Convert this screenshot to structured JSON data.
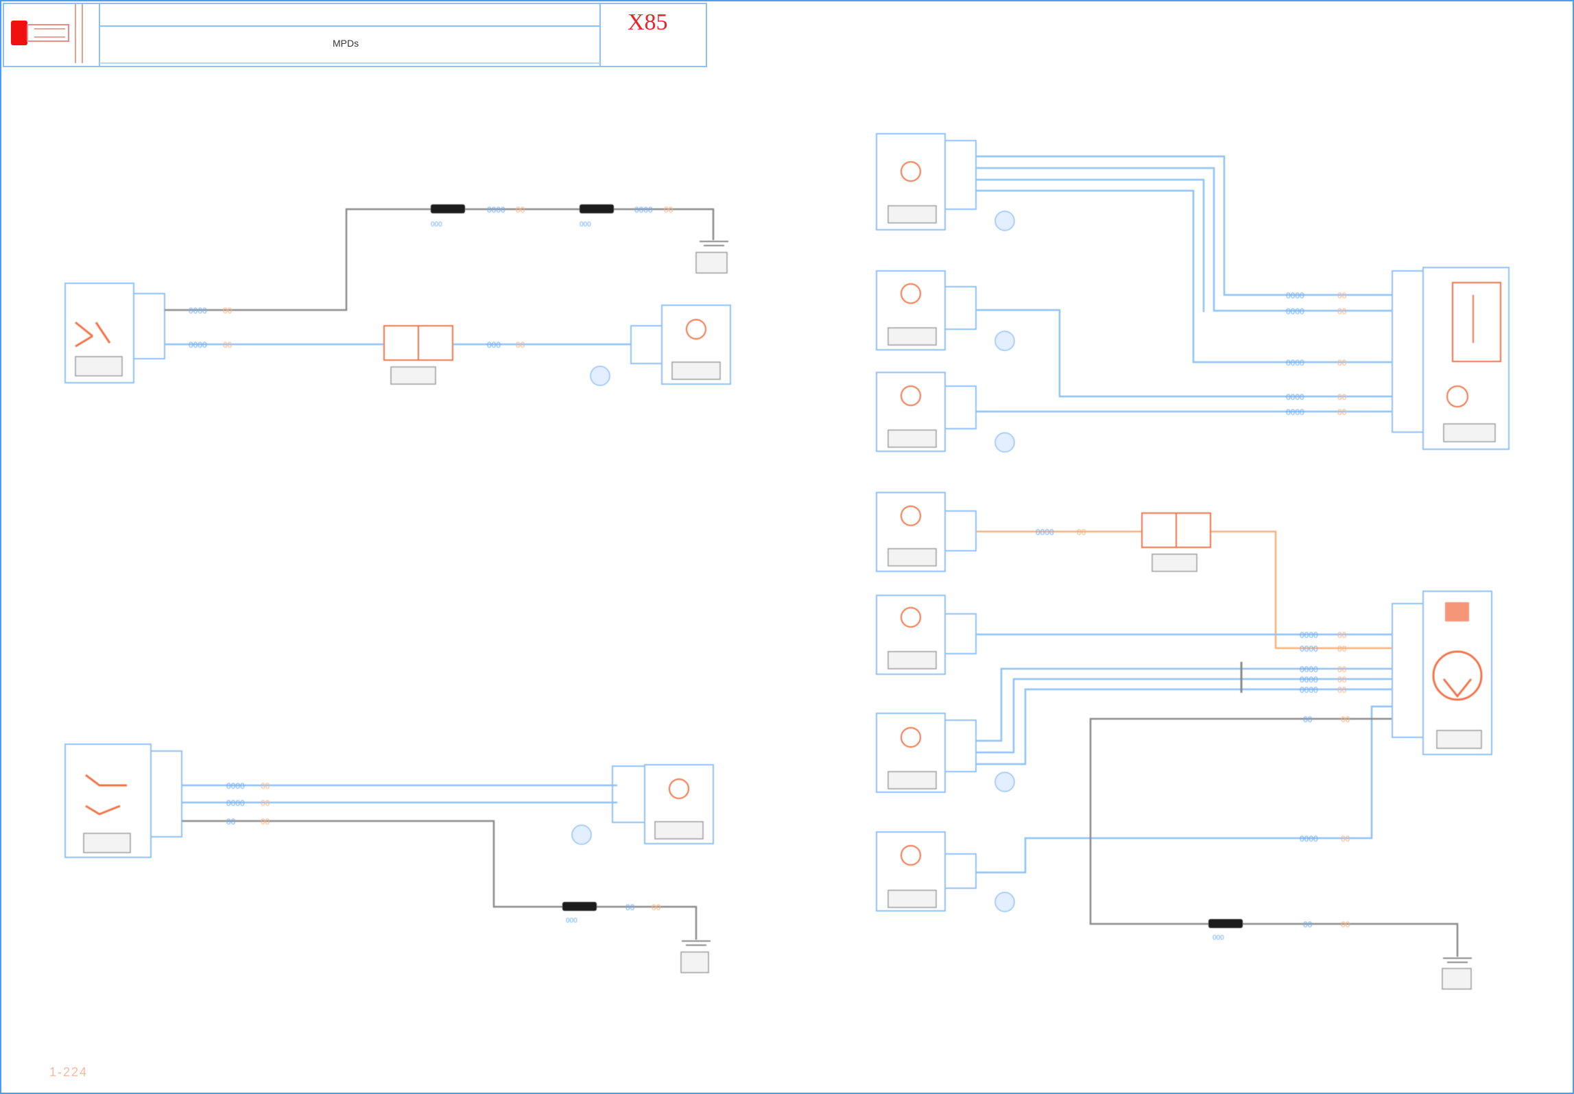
{
  "header": {
    "title": "MPDs",
    "code": "X85",
    "subtitle": "",
    "logo_icon": "red-connector-icon"
  },
  "footer": {
    "page_ref": "1-224"
  },
  "colors": {
    "frame": "#4a9cf5",
    "wire_blue": "#8ec0f5",
    "wire_gray": "#8a8a8a",
    "wire_orange": "#f5b07a",
    "component": "#f0734a",
    "header_code": "#e8232a",
    "splice": "#1a1a1a"
  },
  "groups": [
    {
      "id": "top-left",
      "description_visible": false
    },
    {
      "id": "bottom-left",
      "description_visible": false
    },
    {
      "id": "right-top",
      "description_visible": false
    },
    {
      "id": "right-bottom",
      "description_visible": false
    }
  ]
}
